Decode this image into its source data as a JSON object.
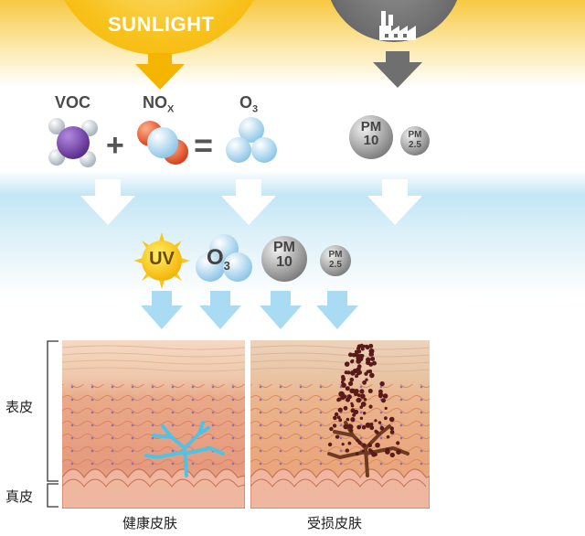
{
  "sources": {
    "sunlight": "SUNLIGHT"
  },
  "reaction": {
    "voc": "VOC",
    "nox_main": "NO",
    "nox_sub": "X",
    "o3_main": "O",
    "o3_sub": "3",
    "plus": "+",
    "equals": "="
  },
  "particles": {
    "pm10_top": "PM",
    "pm10_bottom": "10",
    "pm25_top": "PM",
    "pm25_bottom": "2.5"
  },
  "aggressors": {
    "uv": "UV",
    "o3_main": "O",
    "o3_sub": "3"
  },
  "skin": {
    "epidermis": "表皮",
    "dermis": "真皮",
    "healthy": "健康皮肤",
    "damaged": "受损皮肤"
  },
  "colors": {
    "sun": "#f6b800",
    "factory": "#6f6f6f",
    "sky": "#bfe3f3",
    "arrow": "#9fd7f0",
    "healthy_vessel": "#4fc3e6",
    "damage": "#5a1a1a"
  }
}
